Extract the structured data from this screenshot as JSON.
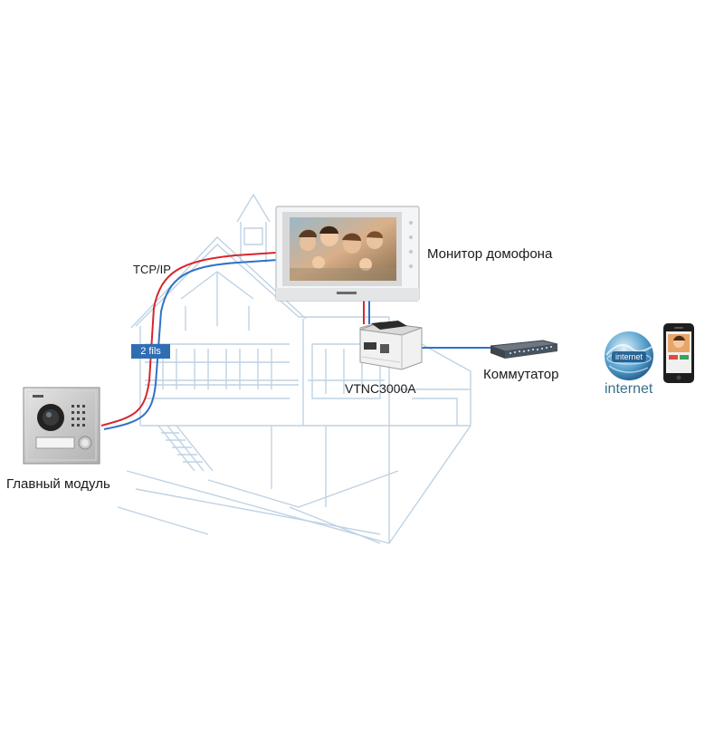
{
  "labels": {
    "tcp_ip": "TCP/IP",
    "two_wire": "2 fils",
    "monitor": "Монитор домофона",
    "controller": "VTNC3000A",
    "switch": "Коммутатор",
    "main_module": "Главный модуль",
    "internet": "internet",
    "globe_text": "internet"
  },
  "colors": {
    "red_wire": "#d8262b",
    "blue_wire": "#2f73c4",
    "house_lines": "#a9c3dc",
    "badge": "#2f6eb3"
  },
  "icons": [
    "house-sketch",
    "door-station-icon",
    "monitor-icon",
    "controller-box-icon",
    "switch-icon",
    "globe-icon",
    "smartphone-icon"
  ]
}
